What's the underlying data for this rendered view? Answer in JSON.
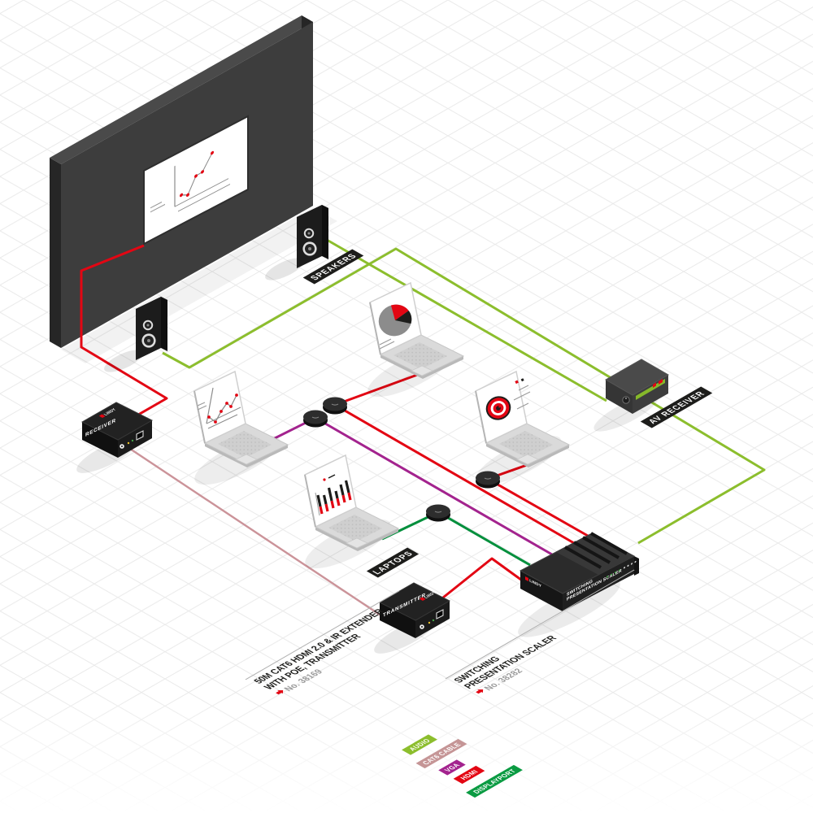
{
  "brand": {
    "name": "LINDY"
  },
  "tags": {
    "speakers": "SPEAKERS",
    "av_receiver": "AV RECEIVER",
    "laptops": "LAPTOPS"
  },
  "devices": {
    "receiver": {
      "side_label": "RECEIVER"
    },
    "transmitter": {
      "side_label": "TRANSMITTER"
    },
    "scaler": {
      "front_line1": "SWITCHING",
      "front_line2": "PRESENTATION SCALER"
    }
  },
  "products": {
    "extender": {
      "line1": "50M CAT6 HDMI 2.0 & IR EXTENDER",
      "line2": "WITH POE, TRANSMITTER",
      "number": "No. 38169"
    },
    "scaler": {
      "line1": "SWITCHING",
      "line2": "PRESENTATION SCALER",
      "number": "No. 38282"
    }
  },
  "legend": [
    {
      "label": "AUDIO",
      "color": "#8cbe2d"
    },
    {
      "label": "CAT6 CABLE",
      "color": "#c59596"
    },
    {
      "label": "VGA",
      "color": "#a3238e"
    },
    {
      "label": "HDMI",
      "color": "#e30613"
    },
    {
      "label": "DISPLAYPORT",
      "color": "#0a9b42"
    }
  ],
  "cable_colors": {
    "audio": "#8cbe2d",
    "cat6": "#cb9399",
    "vga": "#a3238e",
    "hdmi": "#e30613",
    "displayport": "#008f3c"
  }
}
